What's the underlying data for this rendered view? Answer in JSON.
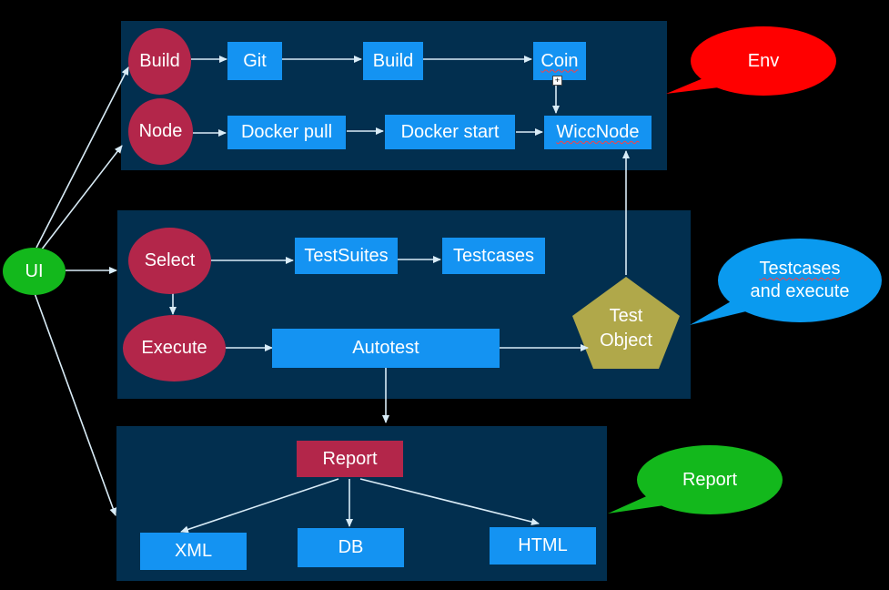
{
  "ui_node": "UI",
  "env": {
    "build_oval": "Build",
    "node_oval": "Node",
    "git": "Git",
    "build_box": "Build",
    "coin": "Coin",
    "docker_pull": "Docker pull",
    "docker_start": "Docker start",
    "wiccnode": "WiccNode",
    "callout": "Env"
  },
  "test": {
    "select_oval": "Select",
    "execute_oval": "Execute",
    "testsuites": "TestSuites",
    "testcases": "Testcases",
    "autotest": "Autotest",
    "test_object_line1": "Test",
    "test_object_line2": "Object",
    "callout_line1": "Testcases",
    "callout_line2": "and execute"
  },
  "report": {
    "report_box": "Report",
    "xml": "XML",
    "db": "DB",
    "html": "HTML",
    "callout": "Report"
  },
  "colors": {
    "background": "#000000",
    "panel": "#022f4f",
    "box": "#1493f2",
    "oval": "#b3264a",
    "ui_node": "#13b81c",
    "test_object": "#b0a84a",
    "env_callout": "#ff0000",
    "testcases_callout": "#0a9aef",
    "report_callout": "#13b81c",
    "arrow": "#d9ecf7"
  }
}
